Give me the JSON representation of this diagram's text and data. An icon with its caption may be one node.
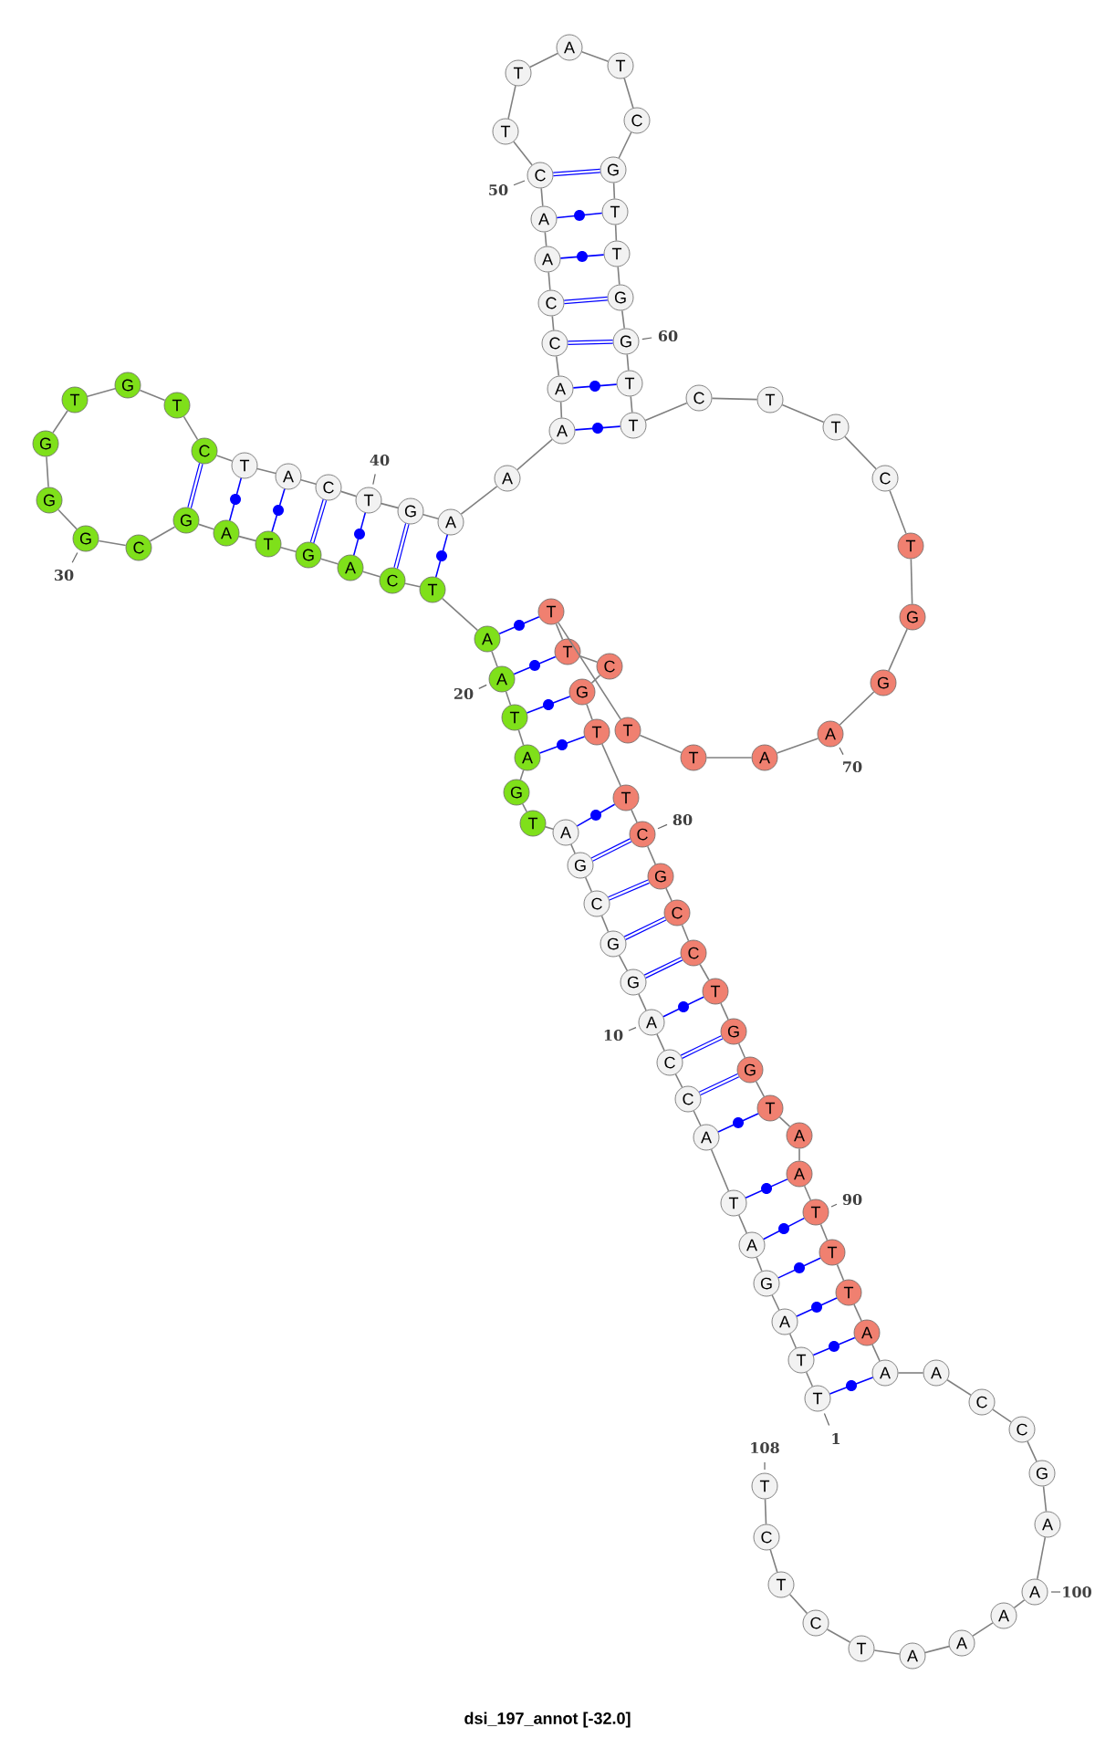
{
  "diagram": {
    "title": "dsi_197_annot [-32.0]",
    "nodes": [
      {
        "text": [
          "T"
        ]
      },
      {
        "text": [
          "T"
        ]
      },
      {
        "text": [
          "A"
        ]
      },
      {
        "text": [
          "G"
        ]
      },
      {
        "text": [
          "A"
        ]
      },
      {
        "text": [
          "T"
        ]
      },
      {
        "text": [
          "A"
        ]
      },
      {
        "text": [
          "C"
        ]
      },
      {
        "text": [
          "C"
        ]
      },
      {
        "text": [
          "A"
        ]
      },
      {
        "text": [
          "G"
        ]
      },
      {
        "text": [
          "G"
        ]
      },
      {
        "text": [
          "C"
        ]
      },
      {
        "text": [
          "G"
        ]
      },
      {
        "text": [
          "A"
        ]
      },
      {
        "text": [
          "T"
        ]
      },
      {
        "text": [
          "G"
        ]
      },
      {
        "text": [
          "A"
        ]
      },
      {
        "text": [
          "T"
        ]
      },
      {
        "text": [
          "A"
        ]
      },
      {
        "text": [
          "A"
        ]
      },
      {
        "text": [
          "T"
        ]
      },
      {
        "text": [
          "C"
        ]
      },
      {
        "text": [
          "A"
        ]
      },
      {
        "text": [
          "G"
        ]
      },
      {
        "text": [
          "T"
        ]
      },
      {
        "text": [
          "A"
        ]
      },
      {
        "text": [
          "G"
        ]
      },
      {
        "text": [
          "C"
        ]
      },
      {
        "text": [
          "G"
        ]
      },
      {
        "text": [
          "G"
        ]
      },
      {
        "text": [
          "G"
        ]
      },
      {
        "text": [
          "T"
        ]
      },
      {
        "text": [
          "G"
        ]
      },
      {
        "text": [
          "T"
        ]
      },
      {
        "text": [
          "C"
        ]
      },
      {
        "text": [
          "T"
        ]
      },
      {
        "text": [
          "A"
        ]
      },
      {
        "text": [
          "C"
        ]
      },
      {
        "text": [
          "T"
        ]
      },
      {
        "text": [
          "G"
        ]
      },
      {
        "text": [
          "A"
        ]
      },
      {
        "text": [
          "A"
        ]
      },
      {
        "text": [
          "A"
        ]
      },
      {
        "text": [
          "A"
        ]
      },
      {
        "text": [
          "C"
        ]
      },
      {
        "text": [
          "C"
        ]
      },
      {
        "text": [
          "A"
        ]
      },
      {
        "text": [
          "A"
        ]
      },
      {
        "text": [
          "C"
        ]
      },
      {
        "text": [
          "T"
        ]
      },
      {
        "text": [
          "T"
        ]
      },
      {
        "text": [
          "A"
        ]
      },
      {
        "text": [
          "T"
        ]
      },
      {
        "text": [
          "C"
        ]
      },
      {
        "text": [
          "G"
        ]
      },
      {
        "text": [
          "T"
        ]
      },
      {
        "text": [
          "T"
        ]
      },
      {
        "text": [
          "G"
        ]
      },
      {
        "text": [
          "G"
        ]
      },
      {
        "text": [
          "T"
        ]
      },
      {
        "text": [
          "T"
        ]
      },
      {
        "text": [
          "C"
        ]
      },
      {
        "text": [
          "T"
        ]
      },
      {
        "text": [
          "T"
        ]
      },
      {
        "text": [
          "C"
        ]
      },
      {
        "text": [
          "T"
        ]
      },
      {
        "text": [
          "G"
        ]
      },
      {
        "text": [
          "G"
        ]
      },
      {
        "text": [
          "A"
        ]
      },
      {
        "text": [
          "A"
        ]
      },
      {
        "text": [
          "T"
        ]
      },
      {
        "text": [
          "T"
        ]
      },
      {
        "text": [
          "T"
        ]
      },
      {
        "text": [
          "T"
        ]
      },
      {
        "text": [
          "C"
        ]
      },
      {
        "text": [
          "G"
        ]
      },
      {
        "text": [
          "T"
        ]
      },
      {
        "text": [
          "T"
        ]
      },
      {
        "text": [
          "C"
        ]
      },
      {
        "text": [
          "G"
        ]
      },
      {
        "text": [
          "C"
        ]
      },
      {
        "text": [
          "C"
        ]
      },
      {
        "text": [
          "T"
        ]
      },
      {
        "text": [
          "G"
        ]
      },
      {
        "text": [
          "G"
        ]
      },
      {
        "text": [
          "T"
        ]
      },
      {
        "text": [
          "A"
        ]
      },
      {
        "text": [
          "A"
        ]
      },
      {
        "text": [
          "T"
        ]
      },
      {
        "text": [
          "T"
        ]
      },
      {
        "text": [
          "T"
        ]
      },
      {
        "text": [
          "A"
        ]
      },
      {
        "text": [
          "A"
        ]
      },
      {
        "text": [
          "A"
        ]
      },
      {
        "text": [
          "C"
        ]
      },
      {
        "text": [
          "C"
        ]
      },
      {
        "text": [
          "G"
        ]
      },
      {
        "text": [
          "A"
        ]
      },
      {
        "text": [
          "A"
        ]
      },
      {
        "text": [
          "A"
        ]
      },
      {
        "text": [
          "A"
        ]
      },
      {
        "text": [
          "A"
        ]
      },
      {
        "text": [
          "T"
        ]
      },
      {
        "text": [
          "C"
        ]
      },
      {
        "text": [
          "T"
        ]
      },
      {
        "text": [
          "C"
        ]
      },
      {
        "text": [
          "T"
        ]
      }
    ],
    "edges": [
      {
        "from": 0,
        "to": 1,
        "arrow": "none"
      },
      {
        "from": 1,
        "to": 2,
        "arrow": "none"
      },
      {
        "from": 2,
        "to": 3,
        "arrow": "none"
      },
      {
        "from": 3,
        "to": 4,
        "arrow": "none"
      },
      {
        "from": 4,
        "to": 5,
        "arrow": "none"
      },
      {
        "from": 5,
        "to": 6,
        "arrow": "none"
      },
      {
        "from": 6,
        "to": 7,
        "arrow": "none"
      },
      {
        "from": 7,
        "to": 8,
        "arrow": "none"
      },
      {
        "from": 8,
        "to": 9,
        "arrow": "none"
      },
      {
        "from": 9,
        "to": 10,
        "arrow": "none"
      },
      {
        "from": 10,
        "to": 11,
        "arrow": "none"
      },
      {
        "from": 11,
        "to": 12,
        "arrow": "none"
      },
      {
        "from": 12,
        "to": 13,
        "arrow": "none"
      },
      {
        "from": 13,
        "to": 14,
        "arrow": "none"
      },
      {
        "from": 14,
        "to": 15,
        "arrow": "none"
      },
      {
        "from": 15,
        "to": 16,
        "arrow": "none"
      },
      {
        "from": 16,
        "to": 17,
        "arrow": "none"
      },
      {
        "from": 17,
        "to": 18,
        "arrow": "none"
      },
      {
        "from": 18,
        "to": 19,
        "arrow": "none"
      },
      {
        "from": 19,
        "to": 20,
        "arrow": "none"
      },
      {
        "from": 20,
        "to": 21,
        "arrow": "none"
      },
      {
        "from": 21,
        "to": 22,
        "arrow": "none"
      },
      {
        "from": 22,
        "to": 23,
        "arrow": "none"
      },
      {
        "from": 23,
        "to": 24,
        "arrow": "none"
      },
      {
        "from": 24,
        "to": 25,
        "arrow": "none"
      },
      {
        "from": 25,
        "to": 26,
        "arrow": "none"
      },
      {
        "from": 26,
        "to": 27,
        "arrow": "none"
      },
      {
        "from": 27,
        "to": 28,
        "arrow": "none"
      },
      {
        "from": 28,
        "to": 29,
        "arrow": "none"
      },
      {
        "from": 29,
        "to": 30,
        "arrow": "none"
      },
      {
        "from": 30,
        "to": 31,
        "arrow": "none"
      },
      {
        "from": 31,
        "to": 32,
        "arrow": "none"
      },
      {
        "from": 32,
        "to": 33,
        "arrow": "none"
      },
      {
        "from": 33,
        "to": 34,
        "arrow": "none"
      },
      {
        "from": 34,
        "to": 35,
        "arrow": "none"
      },
      {
        "from": 35,
        "to": 36,
        "arrow": "none"
      },
      {
        "from": 36,
        "to": 37,
        "arrow": "none"
      },
      {
        "from": 37,
        "to": 38,
        "arrow": "none"
      },
      {
        "from": 38,
        "to": 39,
        "arrow": "none"
      },
      {
        "from": 39,
        "to": 40,
        "arrow": "none"
      },
      {
        "from": 40,
        "to": 41,
        "arrow": "none"
      },
      {
        "from": 41,
        "to": 42,
        "arrow": "none"
      },
      {
        "from": 42,
        "to": 43,
        "arrow": "none"
      },
      {
        "from": 43,
        "to": 44,
        "arrow": "none"
      },
      {
        "from": 44,
        "to": 45,
        "arrow": "none"
      },
      {
        "from": 45,
        "to": 46,
        "arrow": "none"
      },
      {
        "from": 46,
        "to": 47,
        "arrow": "none"
      },
      {
        "from": 47,
        "to": 48,
        "arrow": "none"
      },
      {
        "from": 48,
        "to": 49,
        "arrow": "none"
      },
      {
        "from": 49,
        "to": 50,
        "arrow": "none"
      },
      {
        "from": 50,
        "to": 51,
        "arrow": "none"
      },
      {
        "from": 51,
        "to": 52,
        "arrow": "none"
      },
      {
        "from": 52,
        "to": 53,
        "arrow": "none"
      },
      {
        "from": 53,
        "to": 54,
        "arrow": "none"
      },
      {
        "from": 54,
        "to": 55,
        "arrow": "none"
      },
      {
        "from": 55,
        "to": 56,
        "arrow": "none"
      },
      {
        "from": 56,
        "to": 57,
        "arrow": "none"
      },
      {
        "from": 57,
        "to": 58,
        "arrow": "none"
      },
      {
        "from": 58,
        "to": 59,
        "arrow": "none"
      },
      {
        "from": 59,
        "to": 60,
        "arrow": "none"
      },
      {
        "from": 60,
        "to": 61,
        "arrow": "none"
      },
      {
        "from": 61,
        "to": 62,
        "arrow": "none"
      },
      {
        "from": 62,
        "to": 63,
        "arrow": "none"
      },
      {
        "from": 63,
        "to": 64,
        "arrow": "none"
      },
      {
        "from": 64,
        "to": 65,
        "arrow": "none"
      },
      {
        "from": 65,
        "to": 66,
        "arrow": "none"
      },
      {
        "from": 66,
        "to": 67,
        "arrow": "none"
      },
      {
        "from": 67,
        "to": 68,
        "arrow": "none"
      },
      {
        "from": 68,
        "to": 69,
        "arrow": "none"
      },
      {
        "from": 69,
        "to": 70,
        "arrow": "none"
      },
      {
        "from": 70,
        "to": 71,
        "arrow": "none"
      },
      {
        "from": 71,
        "to": 72,
        "arrow": "none"
      },
      {
        "from": 72,
        "to": 73,
        "arrow": "none"
      },
      {
        "from": 73,
        "to": 74,
        "arrow": "none"
      },
      {
        "from": 74,
        "to": 75,
        "arrow": "none"
      },
      {
        "from": 75,
        "to": 76,
        "arrow": "none"
      },
      {
        "from": 76,
        "to": 77,
        "arrow": "none"
      },
      {
        "from": 77,
        "to": 78,
        "arrow": "none"
      },
      {
        "from": 78,
        "to": 79,
        "arrow": "none"
      },
      {
        "from": 79,
        "to": 80,
        "arrow": "none"
      },
      {
        "from": 80,
        "to": 81,
        "arrow": "none"
      },
      {
        "from": 81,
        "to": 82,
        "arrow": "none"
      },
      {
        "from": 82,
        "to": 83,
        "arrow": "none"
      },
      {
        "from": 83,
        "to": 84,
        "arrow": "none"
      },
      {
        "from": 84,
        "to": 85,
        "arrow": "none"
      },
      {
        "from": 85,
        "to": 86,
        "arrow": "none"
      },
      {
        "from": 86,
        "to": 87,
        "arrow": "none"
      },
      {
        "from": 87,
        "to": 88,
        "arrow": "none"
      },
      {
        "from": 88,
        "to": 89,
        "arrow": "none"
      },
      {
        "from": 89,
        "to": 90,
        "arrow": "none"
      },
      {
        "from": 90,
        "to": 91,
        "arrow": "none"
      },
      {
        "from": 91,
        "to": 92,
        "arrow": "none"
      },
      {
        "from": 92,
        "to": 93,
        "arrow": "none"
      },
      {
        "from": 93,
        "to": 94,
        "arrow": "none"
      },
      {
        "from": 94,
        "to": 95,
        "arrow": "none"
      },
      {
        "from": 95,
        "to": 96,
        "arrow": "none"
      },
      {
        "from": 96,
        "to": 97,
        "arrow": "none"
      },
      {
        "from": 97,
        "to": 98,
        "arrow": "none"
      },
      {
        "from": 98,
        "to": 99,
        "arrow": "none"
      },
      {
        "from": 99,
        "to": 100,
        "arrow": "none"
      },
      {
        "from": 100,
        "to": 101,
        "arrow": "none"
      },
      {
        "from": 101,
        "to": 102,
        "arrow": "none"
      },
      {
        "from": 102,
        "to": 103,
        "arrow": "none"
      },
      {
        "from": 103,
        "to": 104,
        "arrow": "none"
      },
      {
        "from": 104,
        "to": 105,
        "arrow": "none"
      },
      {
        "from": 105,
        "to": 106,
        "arrow": "none"
      },
      {
        "from": 106,
        "to": 107,
        "arrow": "none"
      },
      {
        "from": 0,
        "to": 93,
        "arrow": "none",
        "color": "#0000ff"
      },
      {
        "from": 1,
        "to": 92,
        "arrow": "none",
        "color": "#0000ff"
      },
      {
        "from": 2,
        "to": 91,
        "arrow": "none",
        "color": "#0000ff"
      },
      {
        "from": 3,
        "to": 90,
        "arrow": "none",
        "color": "#0000ff"
      },
      {
        "from": 4,
        "to": 89,
        "arrow": "none",
        "color": "#0000ff"
      },
      {
        "from": 5,
        "to": 88,
        "arrow": "none",
        "color": "#0000ff"
      },
      {
        "from": 6,
        "to": 86,
        "arrow": "none",
        "color": "#0000ff"
      },
      {
        "from": 7,
        "to": 85,
        "arrow": "none",
        "style": "thick",
        "color": "#0000ff"
      },
      {
        "from": 8,
        "to": 84,
        "arrow": "none",
        "style": "thick",
        "color": "#0000ff"
      },
      {
        "from": 9,
        "to": 83,
        "arrow": "none",
        "color": "#0000ff"
      },
      {
        "from": 10,
        "to": 82,
        "arrow": "none",
        "style": "thick",
        "color": "#0000ff"
      },
      {
        "from": 11,
        "to": 81,
        "arrow": "none",
        "style": "thick",
        "color": "#0000ff"
      },
      {
        "from": 12,
        "to": 80,
        "arrow": "none",
        "style": "thick",
        "color": "#0000ff"
      },
      {
        "from": 13,
        "to": 79,
        "arrow": "none",
        "style": "thick",
        "color": "#0000ff"
      },
      {
        "from": 14,
        "to": 78,
        "arrow": "none",
        "color": "#0000ff"
      },
      {
        "from": 17,
        "to": 77,
        "arrow": "none",
        "color": "#0000ff"
      },
      {
        "from": 18,
        "to": 76,
        "arrow": "none",
        "color": "#0000ff"
      },
      {
        "from": 19,
        "to": 74,
        "arrow": "none",
        "color": "#0000ff"
      },
      {
        "from": 20,
        "to": 73,
        "arrow": "none",
        "color": "#0000ff"
      },
      {
        "from": 21,
        "to": 41,
        "arrow": "none",
        "color": "#0000ff"
      },
      {
        "from": 22,
        "to": 40,
        "arrow": "none",
        "style": "thick",
        "color": "#0000ff"
      },
      {
        "from": 23,
        "to": 39,
        "arrow": "none",
        "color": "#0000ff"
      },
      {
        "from": 24,
        "to": 38,
        "arrow": "none",
        "style": "thick",
        "color": "#0000ff"
      },
      {
        "from": 25,
        "to": 37,
        "arrow": "none",
        "color": "#0000ff"
      },
      {
        "from": 26,
        "to": 36,
        "arrow": "none",
        "color": "#0000ff"
      },
      {
        "from": 27,
        "to": 35,
        "arrow": "none",
        "style": "thick",
        "color": "#0000ff"
      },
      {
        "from": 43,
        "to": 61,
        "arrow": "none",
        "color": "#0000ff"
      },
      {
        "from": 44,
        "to": 60,
        "arrow": "none",
        "color": "#0000ff"
      },
      {
        "from": 45,
        "to": 59,
        "arrow": "none",
        "style": "thick",
        "color": "#0000ff"
      },
      {
        "from": 46,
        "to": 58,
        "arrow": "none",
        "style": "thick",
        "color": "#0000ff"
      },
      {
        "from": 47,
        "to": 57,
        "arrow": "none",
        "color": "#0000ff"
      },
      {
        "from": 48,
        "to": 56,
        "arrow": "none",
        "color": "#0000ff"
      },
      {
        "from": 49,
        "to": 55,
        "arrow": "none",
        "style": "thick",
        "color": "#0000ff"
      }
    ],
    "labels": [
      "50",
      "60",
      "40",
      "30",
      "20",
      "70",
      "80",
      "10",
      "90",
      "1",
      "108",
      "100"
    ]
  }
}
